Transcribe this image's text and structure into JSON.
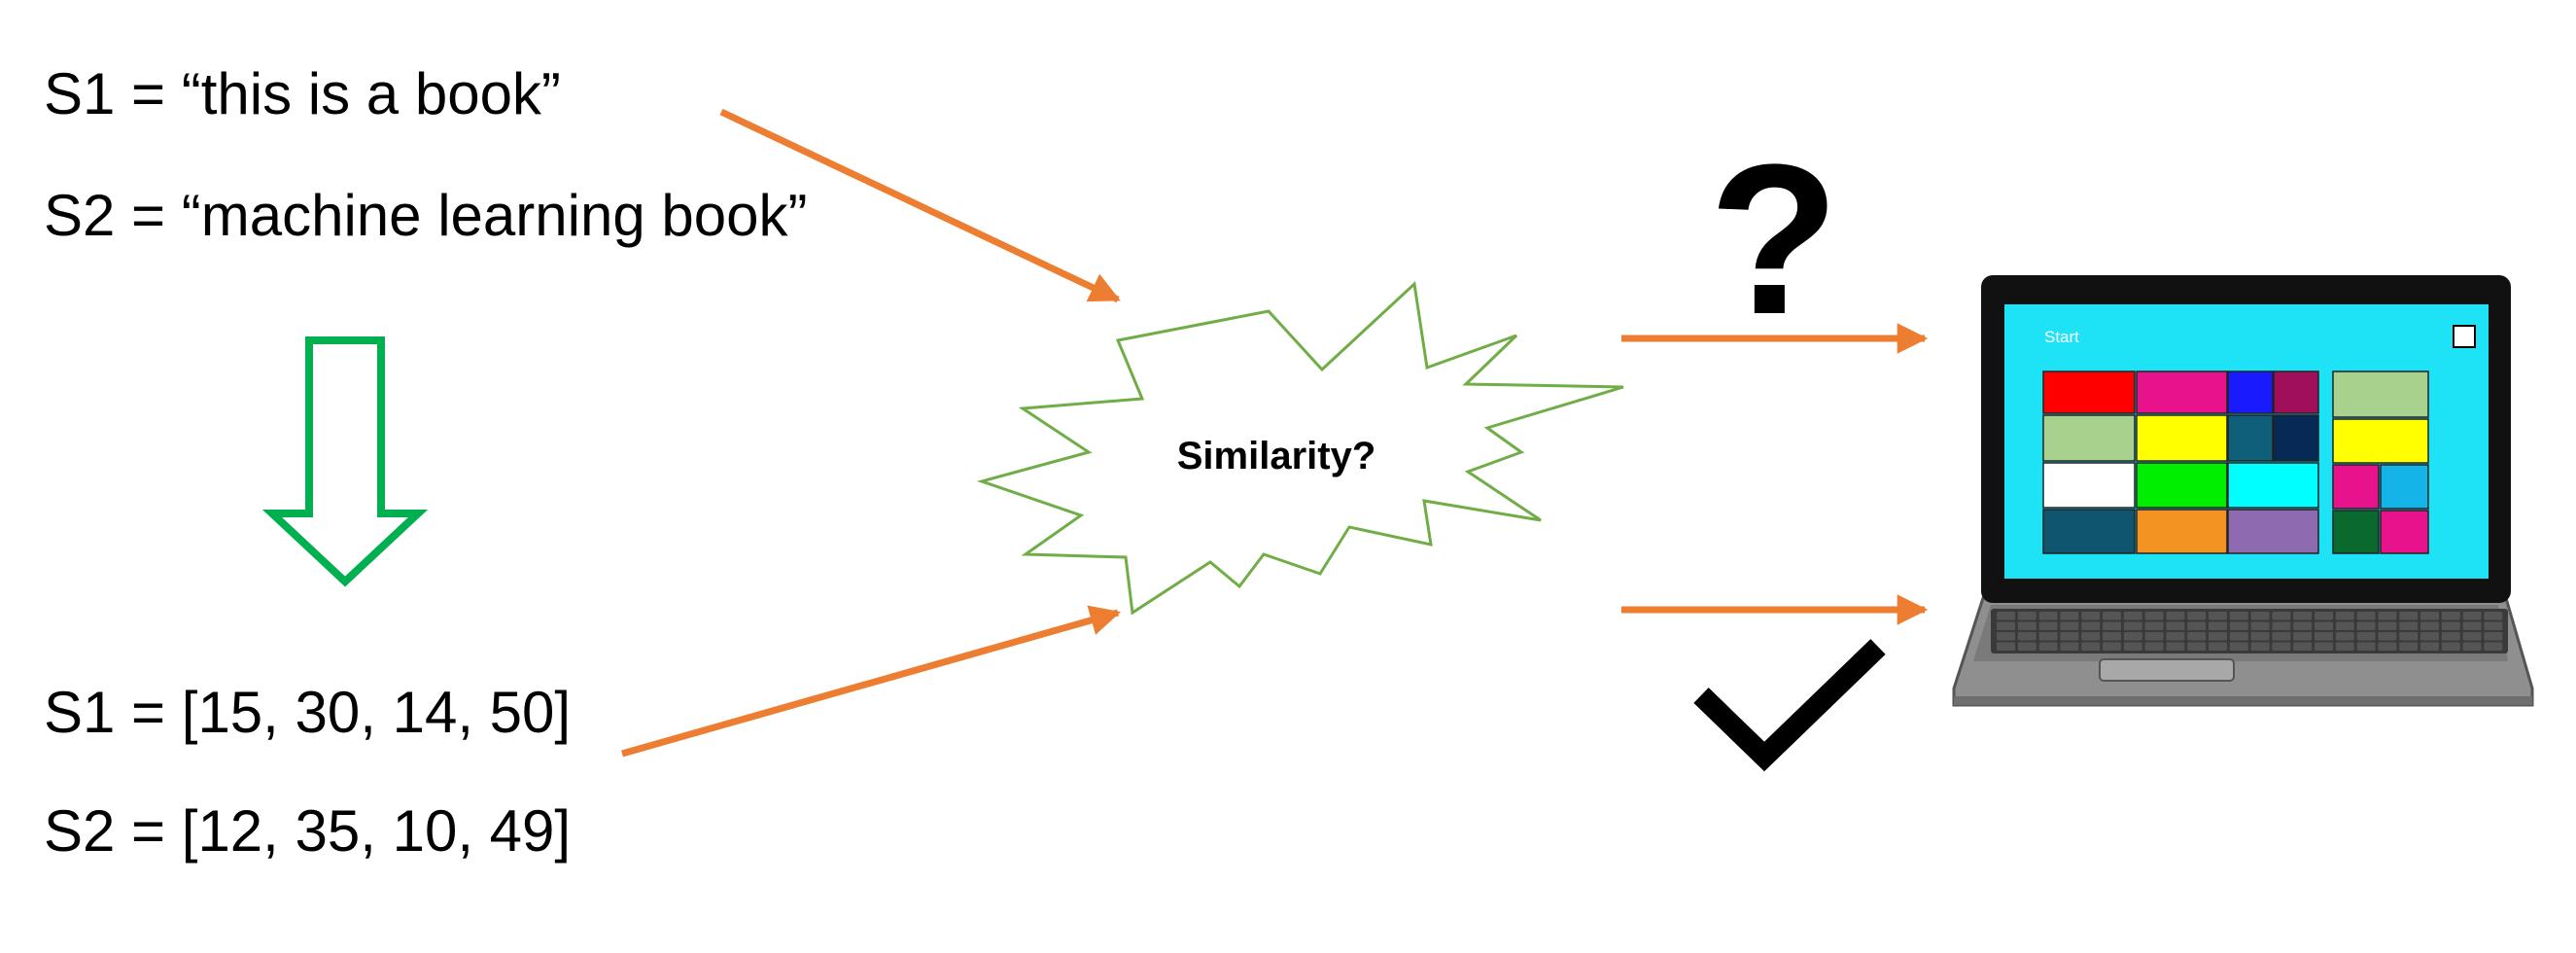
{
  "sentences_text": [
    {
      "label": "S1 = “this is a book”"
    },
    {
      "label": "S2 = “machine learning book”"
    }
  ],
  "sentences_vector": [
    {
      "label": "S1 = [15, 30, 14, 50]"
    },
    {
      "label": "S2 = [12, 35, 10, 49]"
    }
  ],
  "burst": {
    "label": "Similarity?"
  },
  "outcomes": {
    "question": "?"
  },
  "laptop": {
    "start_label": "Start",
    "tile_colors": [
      "#ff0000",
      "#e8128c",
      "#1a1aff",
      "#a0105a",
      "#a9d18e",
      "#ffff00",
      "#0f5e7a",
      "#062a55",
      "#ffffff",
      "#00ee00",
      "#00ffff",
      "#10556f",
      "#f39422",
      "#8e6bb0",
      "#a9d18e",
      "#ffff00",
      "#e8128c",
      "#14b4e8",
      "#0a6a2d",
      "#e8128c"
    ]
  },
  "colors": {
    "arrow": "#ed7d31",
    "down_arrow": "#00b050",
    "burst": "#70ad47",
    "screen": "#1ee3f7"
  }
}
